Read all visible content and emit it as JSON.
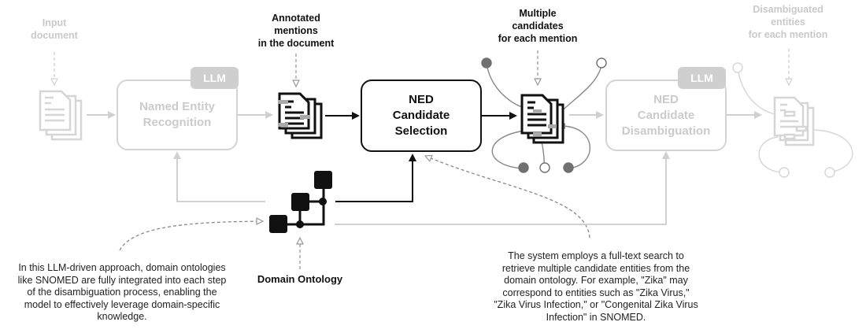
{
  "stages": {
    "input_document": {
      "label": "Input document",
      "lines": [
        "Input",
        "document"
      ]
    },
    "ner": {
      "label_lines": [
        "Named Entity",
        "Recognition"
      ],
      "badge": "LLM"
    },
    "annotated_mentions": {
      "lines": [
        "Annotated",
        "mentions",
        "in the document"
      ]
    },
    "candidate_selection": {
      "label_lines": [
        "NED",
        "Candidate",
        "Selection"
      ]
    },
    "multiple_candidates": {
      "lines": [
        "Multiple",
        "candidates",
        "for each mention"
      ]
    },
    "candidate_disambiguation": {
      "label_lines": [
        "NED",
        "Candidate",
        "Disambiguation"
      ],
      "badge": "LLM"
    },
    "disambiguated_entities": {
      "lines": [
        "Disambiguated",
        "entities",
        "for each mention"
      ]
    }
  },
  "ontology": {
    "label": "Domain Ontology"
  },
  "notes": {
    "left": [
      "In this LLM-driven approach, domain ontologies",
      "like SNOMED are fully integrated into each step",
      "of the disambiguation process, enabling the",
      "model to effectively leverage domain-specific",
      "knowledge."
    ],
    "right": [
      "The system employs a full-text search to",
      "retrieve multiple candidate entities from the",
      "domain ontology. For example, \"Zika\" may",
      "correspond to entities such as \"Zika Virus,\"",
      "\"Zika Virus Infection,\" or \"Congenital Zika Virus",
      "Infection\" in SNOMED."
    ]
  },
  "colors": {
    "active": "#111111",
    "faded": "#d4d4d4",
    "node_filled": "#707070",
    "dashed": "#888888"
  }
}
